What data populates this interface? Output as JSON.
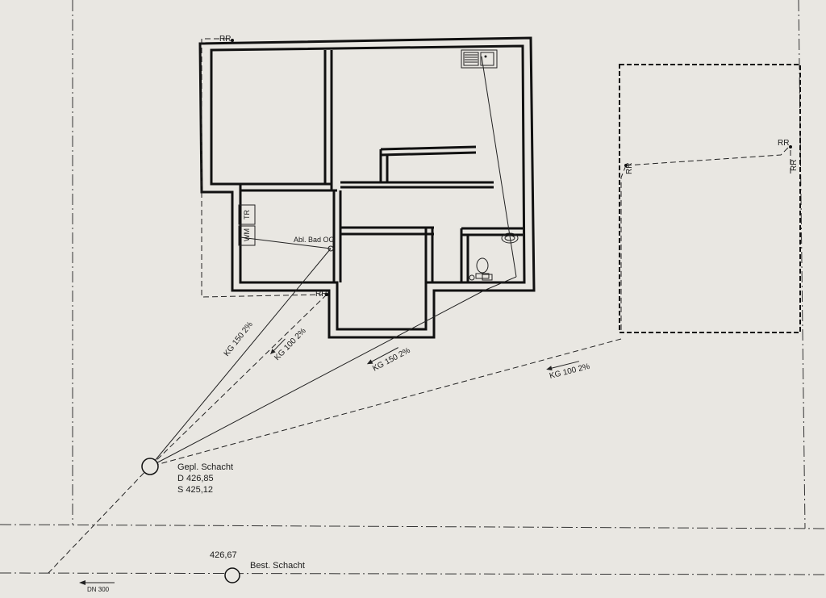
{
  "labels": {
    "rr_1": "RR",
    "rr_2": "RR",
    "rr_3": "RR",
    "rr_4": "RR",
    "rr_5": "RR",
    "wm": "WM",
    "tr": "TR",
    "abl_bad_og": "Abl. Bad OG",
    "pipe_kg150_a": "KG 150 2%",
    "pipe_kg100_a": "KG 100 2%",
    "pipe_kg150_b": "KG 150 2%",
    "pipe_kg100_b": "KG 100 2%",
    "planned_shaft": "Gepl. Schacht",
    "planned_shaft_d": "D 426,85",
    "planned_shaft_s": "S 425,12",
    "existing_shaft_level": "426,67",
    "existing_shaft": "Best. Schacht",
    "sewer_main": "DN 300"
  },
  "colors": {
    "paper": "#e9e7e2",
    "ink": "#1c1c1c"
  }
}
